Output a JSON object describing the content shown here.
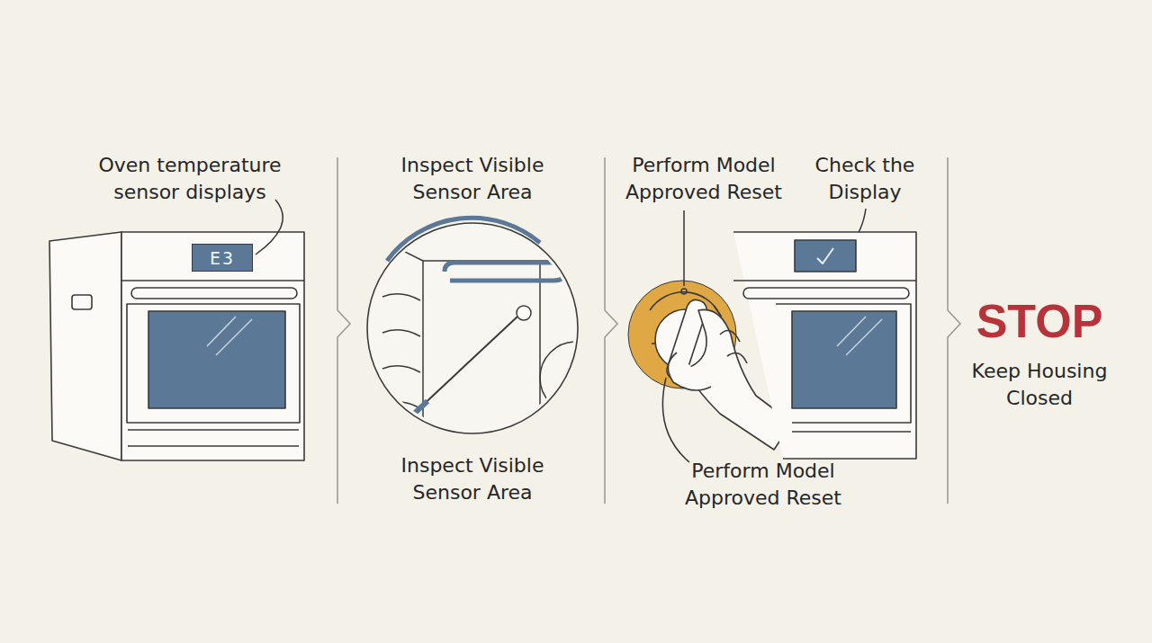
{
  "diagram": {
    "nodes": [
      {
        "text": [
          "E3"
        ]
      }
    ],
    "labels": [
      "Oven temperature sensor displays",
      "Inspect Visible Sensor Area",
      "Perform Model Approved Reset",
      "Check the Display",
      "Inspect Visible Sensor Area",
      "Perform Model Approved Reset",
      "STOP",
      "Keep Housing Closed"
    ]
  }
}
